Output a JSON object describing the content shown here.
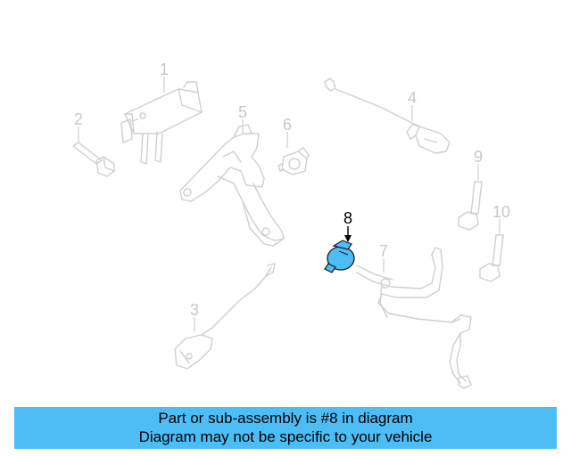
{
  "callouts": [
    {
      "id": "1",
      "label": "1",
      "highlighted": false
    },
    {
      "id": "2",
      "label": "2",
      "highlighted": false
    },
    {
      "id": "3",
      "label": "3",
      "highlighted": false
    },
    {
      "id": "4",
      "label": "4",
      "highlighted": false
    },
    {
      "id": "5",
      "label": "5",
      "highlighted": false
    },
    {
      "id": "6",
      "label": "6",
      "highlighted": false
    },
    {
      "id": "7",
      "label": "7",
      "highlighted": false
    },
    {
      "id": "8",
      "label": "8",
      "highlighted": true
    },
    {
      "id": "9",
      "label": "9",
      "highlighted": false
    },
    {
      "id": "10",
      "label": "10",
      "highlighted": false
    }
  ],
  "caption": {
    "line1": "Part or sub-assembly is #8 in diagram",
    "line2": "Diagram may not be specific to your vehicle"
  },
  "colors": {
    "highlight_part": "#4dbdf6",
    "caption_background": "#4dbdf6",
    "line_art": "#cfcfcf"
  }
}
